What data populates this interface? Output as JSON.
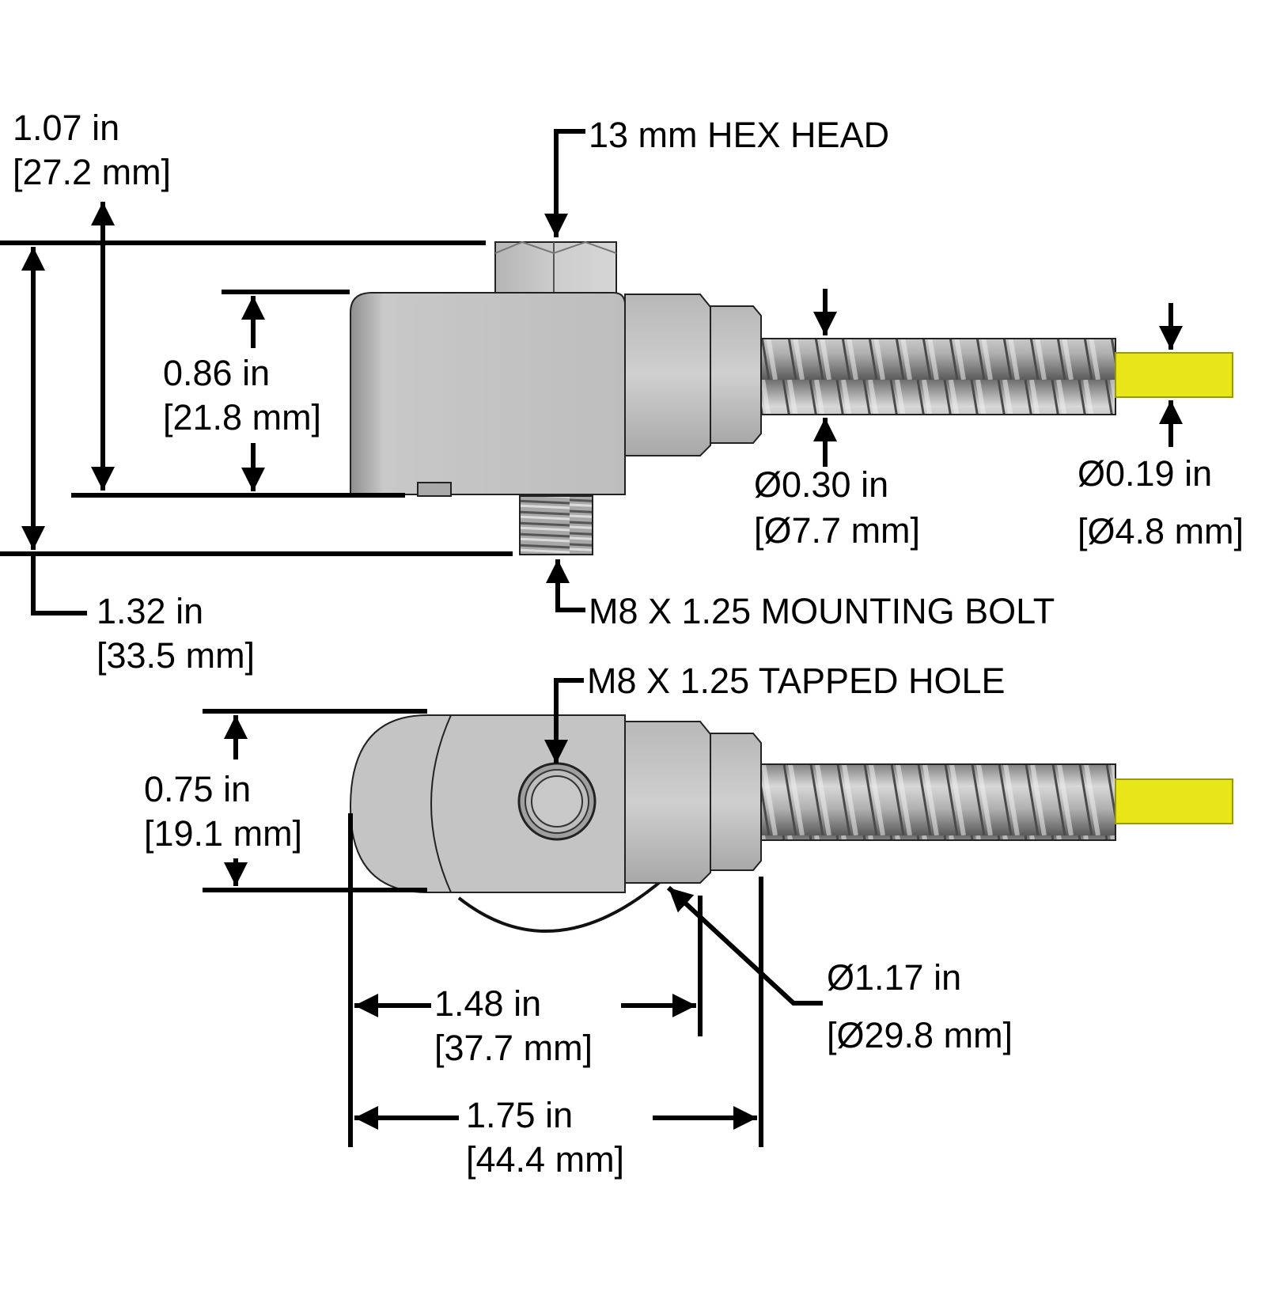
{
  "callouts": {
    "hex_head": "13 mm HEX HEAD",
    "mounting_bolt": "M8 X 1.25 MOUNTING BOLT",
    "tapped_hole": "M8 X 1.25 TAPPED HOLE"
  },
  "dimensions": {
    "height_1_07": {
      "in": "1.07 in",
      "mm": "[27.2 mm]"
    },
    "height_0_86": {
      "in": "0.86 in",
      "mm": "[21.8 mm]"
    },
    "height_1_32": {
      "in": "1.32 in",
      "mm": "[33.5 mm]"
    },
    "conduit_dia": {
      "in": "Ø0.30 in",
      "mm": "[Ø7.7 mm]"
    },
    "cable_dia": {
      "in": "Ø0.19 in",
      "mm": "[Ø4.8 mm]"
    },
    "width_0_75": {
      "in": "0.75 in",
      "mm": "[19.1 mm]"
    },
    "length_1_48": {
      "in": "1.48 in",
      "mm": "[37.7 mm]"
    },
    "length_1_75": {
      "in": "1.75 in",
      "mm": "[44.4 mm]"
    },
    "swing_dia": {
      "in": "Ø1.17 in",
      "mm": "[Ø29.8 mm]"
    }
  },
  "colors": {
    "body": "#c4c4c4",
    "body_shade": "#9a9a9a",
    "cable": "#e6e619",
    "conduit": "#a0a0a0",
    "line": "#000000"
  }
}
